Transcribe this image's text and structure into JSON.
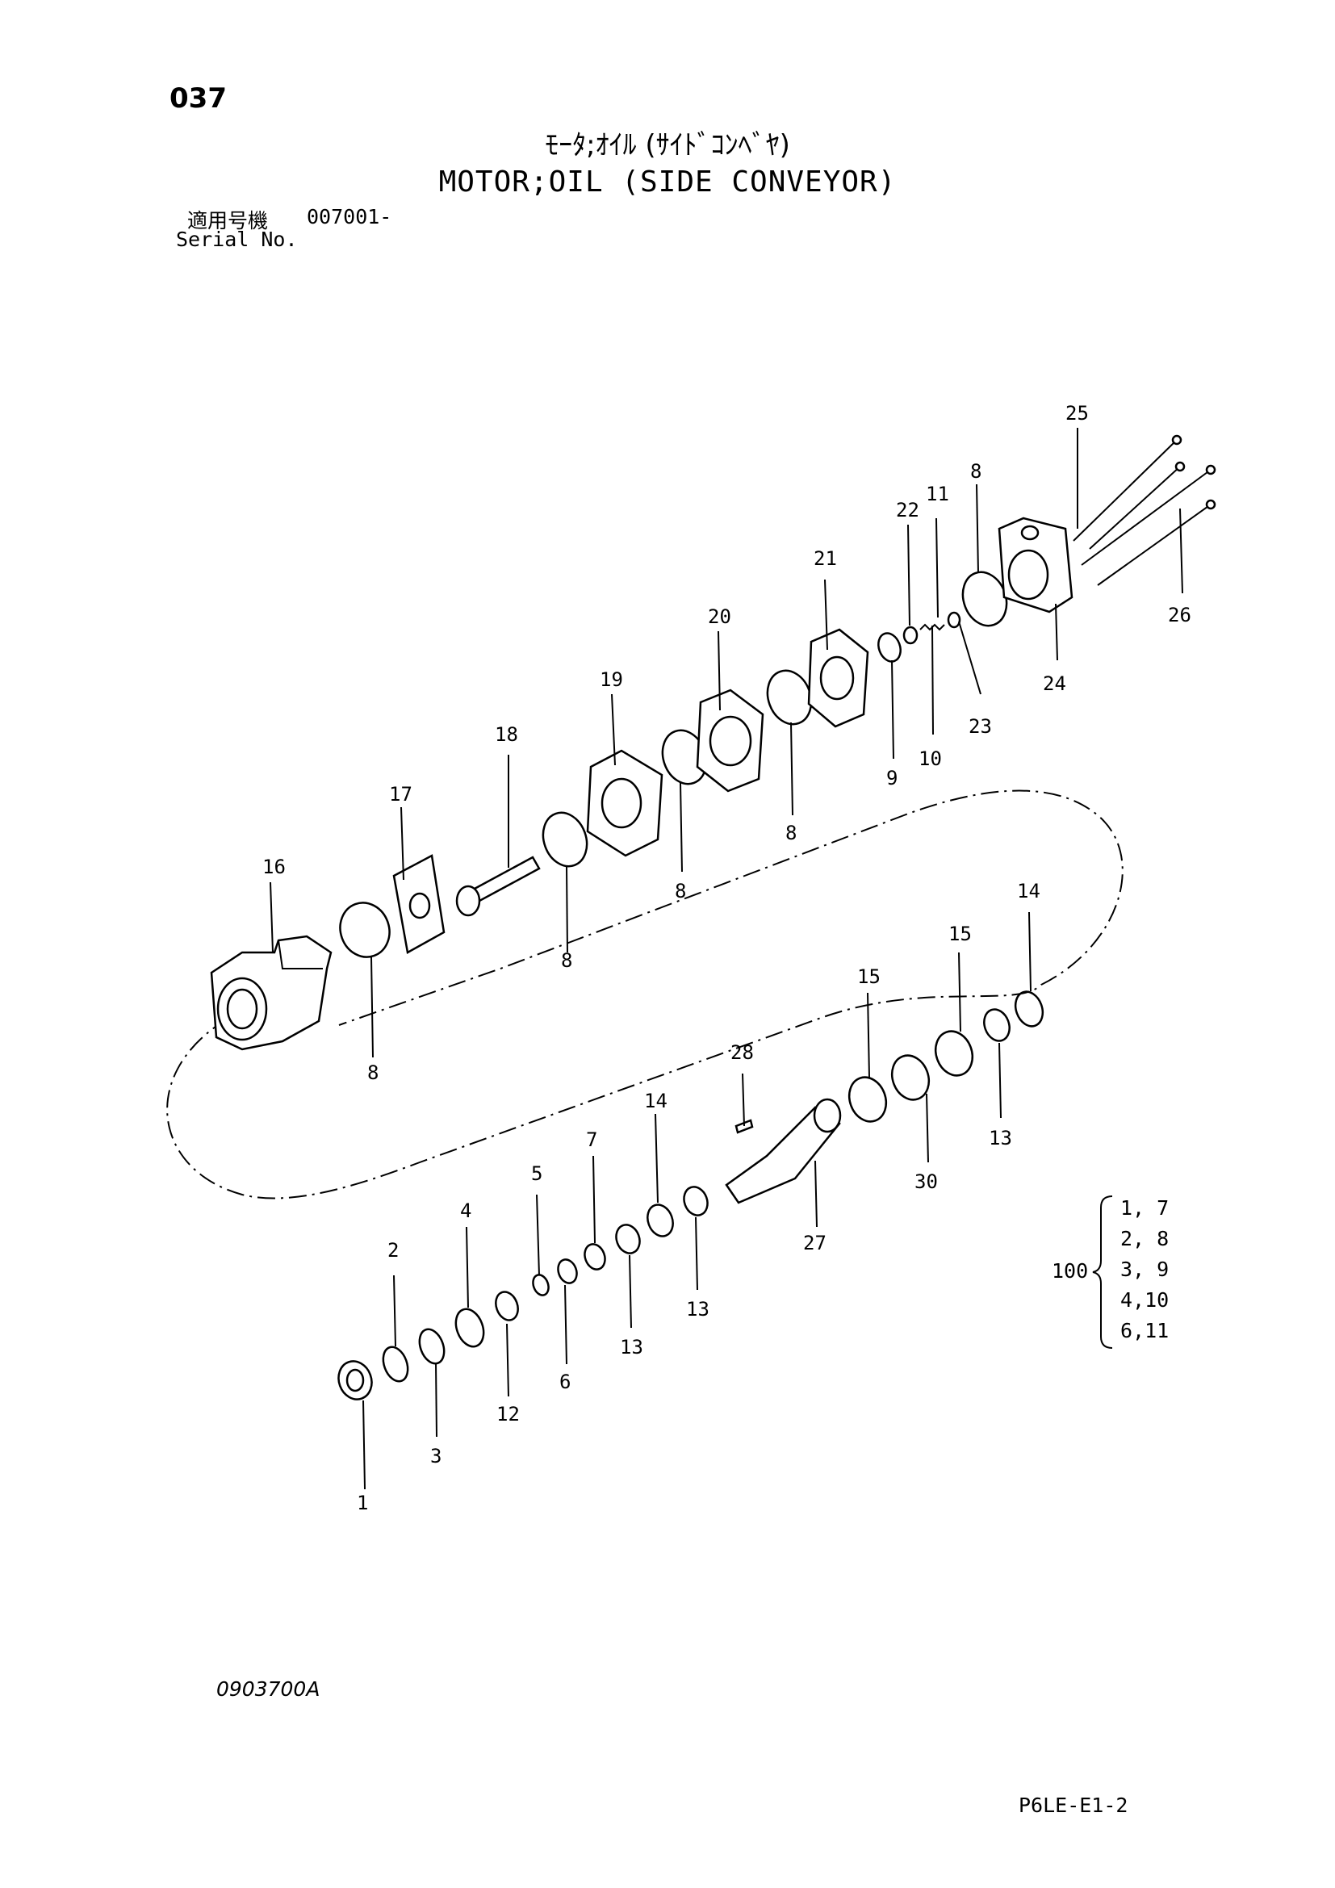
{
  "header": {
    "page_number": "037",
    "title_jp": "ﾓｰﾀ;ｵｲﾙ (ｻｲﾄﾞｺﾝﾍﾞﾔ)",
    "title_en": "MOTOR;OIL (SIDE CONVEYOR)",
    "serial_label_jp": "適用号機",
    "serial_value": "007001-",
    "serial_label_en": "Serial No."
  },
  "callouts": [
    "1",
    "2",
    "3",
    "4",
    "5",
    "6",
    "7",
    "8",
    "9",
    "10",
    "11",
    "12",
    "13",
    "14",
    "15",
    "16",
    "17",
    "18",
    "19",
    "20",
    "21",
    "22",
    "23",
    "24",
    "25",
    "26",
    "27",
    "28",
    "30"
  ],
  "callout_instances": {
    "c1": "1",
    "c2": "2",
    "c3": "3",
    "c4": "4",
    "c5": "5",
    "c6": "6",
    "c7": "7",
    "c8a": "8",
    "c8b": "8",
    "c8c": "8",
    "c8d": "8",
    "c8e": "8",
    "c9": "9",
    "c10": "10",
    "c11": "11",
    "c12": "12",
    "c13a": "13",
    "c13b": "13",
    "c13c": "13",
    "c14a": "14",
    "c14b": "14",
    "c15a": "15",
    "c15b": "15",
    "c16": "16",
    "c17": "17",
    "c18": "18",
    "c19": "19",
    "c20": "20",
    "c21": "21",
    "c22": "22",
    "c23": "23",
    "c24": "24",
    "c25": "25",
    "c26": "26",
    "c27": "27",
    "c28": "28",
    "c30": "30"
  },
  "kit": {
    "label": "100",
    "items": [
      "1, 7",
      "2, 8",
      "3, 9",
      "4,10",
      "6,11"
    ]
  },
  "footer": {
    "drawing_code": "0903700A",
    "sheet_code": "P6LE-E1-2"
  }
}
